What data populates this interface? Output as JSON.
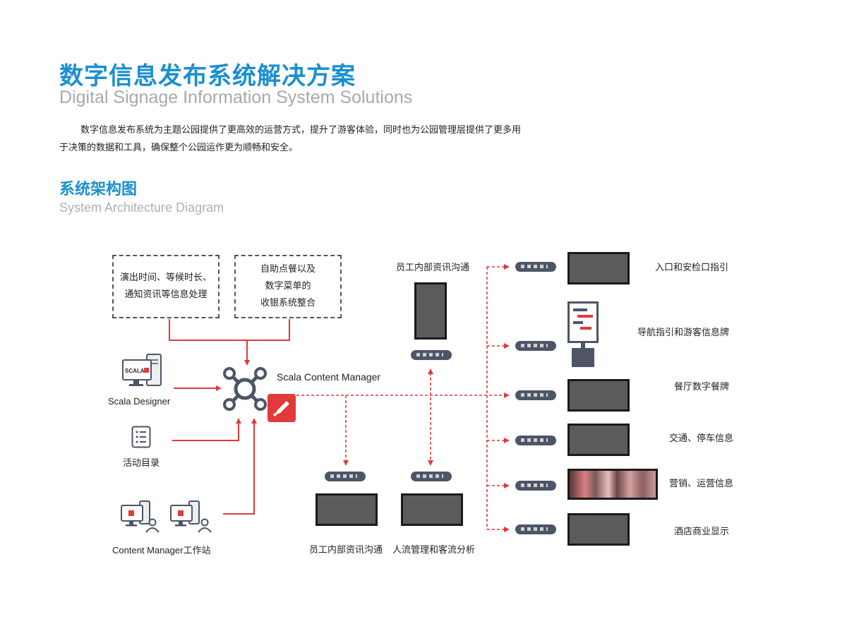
{
  "header": {
    "title_cn": "数字信息发布系统解决方案",
    "title_en": "Digital Signage Information System Solutions",
    "intro_line1": "数字信息发布系统为主题公园提供了更高效的运营方式，提升了游客体验，同时也为公园管理层提供了更多用",
    "intro_line2": "于决策的数据和工具，确保整个公园运作更为顺畅和安全。"
  },
  "section": {
    "title_cn": "系统架构图",
    "title_en": "System Architecture Diagram"
  },
  "diagram": {
    "box_left": [
      "演出时间、等候时长、",
      "通知资讯等信息处理"
    ],
    "box_right": [
      "自助点餐以及",
      "数字菜单的",
      "收银系统整合"
    ],
    "hub_label": "Scala Content Manager",
    "designer_label": "Scala Designer",
    "designer_logo": "SCALA",
    "catalog_label": "活动目录",
    "workstation_label": "Content Manager工作站",
    "top_screen_label": "员工内部资讯沟通",
    "bottom_left_label": "员工内部资讯沟通",
    "bottom_right_label": "人流管理和客流分析",
    "outputs": [
      "入口和安检口指引",
      "导航指引和游客信息牌",
      "餐厅数字餐牌",
      "交通、停车信息",
      "营销、运营信息",
      "酒店商业显示"
    ],
    "colors": {
      "accent_blue": "#1a8fd0",
      "arrow_red": "#e03a3a",
      "device_gray": "#4d5566"
    }
  }
}
